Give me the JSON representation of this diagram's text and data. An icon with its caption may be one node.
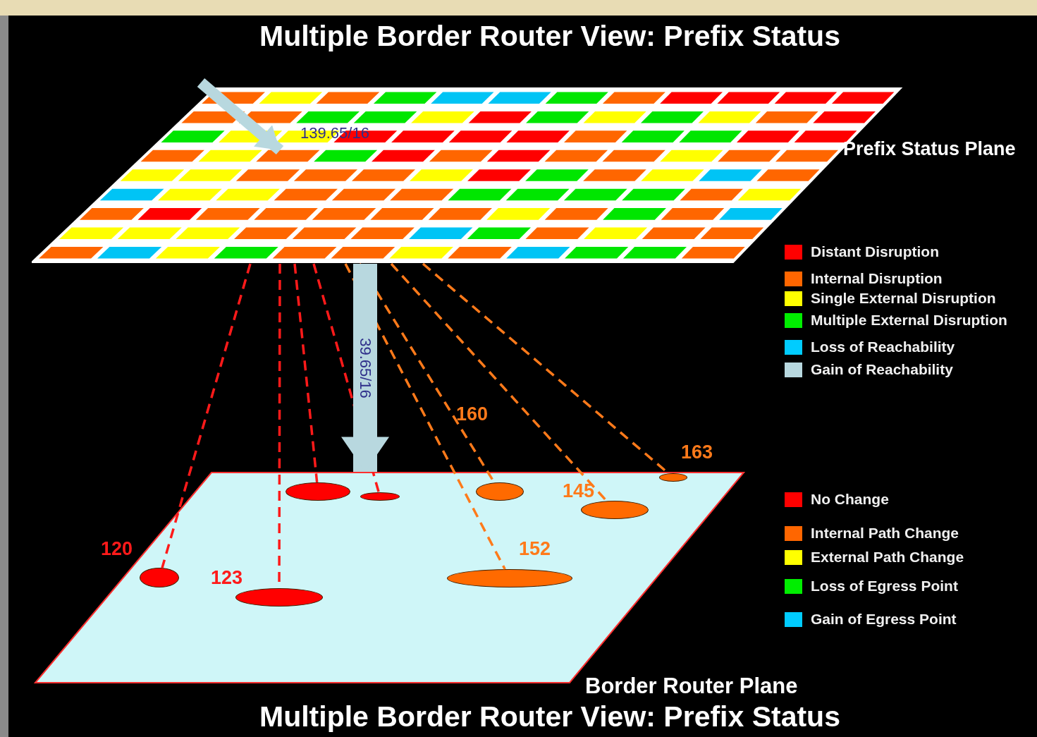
{
  "diagram": {
    "title": "Multiple Border Router View: Prefix Status",
    "nodes": [
      {
        "text": [
          "Prefix Status Plane"
        ]
      },
      {
        "text": [
          "Border Router Plane"
        ]
      },
      {
        "text": [],
        "shape": "ellipse",
        "in": 1
      },
      {
        "text": [],
        "shape": "ellipse",
        "in": 1
      },
      {
        "text": [],
        "shape": "ellipse",
        "in": 1,
        "beside": [
          "160"
        ]
      },
      {
        "text": [],
        "shape": "ellipse",
        "in": 1,
        "beside": [
          "163"
        ]
      },
      {
        "text": [],
        "shape": "ellipse",
        "in": 1,
        "beside": [
          "145"
        ]
      },
      {
        "text": [],
        "shape": "ellipse",
        "in": 1,
        "beside": [
          "120"
        ]
      },
      {
        "text": [],
        "shape": "ellipse",
        "in": 1,
        "beside": [
          "152"
        ]
      },
      {
        "text": [],
        "shape": "ellipse",
        "in": 1,
        "beside": [
          "123"
        ]
      }
    ],
    "edges": [
      {
        "from": 0,
        "to": 7,
        "arrow": "none",
        "style": "dashed",
        "color": "#ff1a1a"
      },
      {
        "from": 0,
        "to": 9,
        "arrow": "none",
        "style": "dashed",
        "color": "#ff1a1a"
      },
      {
        "from": 0,
        "to": 2,
        "arrow": "none",
        "style": "dashed",
        "color": "#ff1a1a"
      },
      {
        "from": 0,
        "to": 3,
        "arrow": "none",
        "style": "dashed",
        "color": "#ff1a1a"
      },
      {
        "from": 0,
        "to": 8,
        "arrow": "none",
        "style": "dashed",
        "color": "#ff7a1a"
      },
      {
        "from": 0,
        "to": 4,
        "arrow": "none",
        "style": "dashed",
        "color": "#ff7a1a"
      },
      {
        "from": 0,
        "to": 6,
        "arrow": "none",
        "style": "dashed",
        "color": "#ff7a1a"
      },
      {
        "from": 0,
        "to": 5,
        "arrow": "none",
        "style": "dashed",
        "color": "#ff7a1a"
      },
      {
        "from": null,
        "to": 0,
        "arrow": "to",
        "style": "thick",
        "color": "#b8d8df",
        "label": "139.65/16"
      },
      {
        "from": 0,
        "to": 1,
        "arrow": "to",
        "style": "thick",
        "color": "#b8d8df",
        "label": "39.65/16"
      }
    ],
    "labels": [
      "Multiple Border Router View: Prefix Status"
    ],
    "legend": [
      {
        "text": "Distant Disruption",
        "color": "#ff0000"
      },
      {
        "text": "Internal Disruption",
        "color": "#ff6600"
      },
      {
        "text": "Single External Disruption",
        "color": "#ffff00"
      },
      {
        "text": "Multiple External Disruption",
        "color": "#00ee00"
      },
      {
        "text": "Loss of Reachability",
        "color": "#00ccff"
      },
      {
        "text": "Gain of Reachability",
        "color": "#b8d8df"
      },
      {
        "text": "No Change",
        "color": "#ff0000"
      },
      {
        "text": "Internal Path Change",
        "color": "#ff6600"
      },
      {
        "text": "External Path Change",
        "color": "#ffff00"
      },
      {
        "text": "Loss of Egress Point",
        "color": "#00ee00"
      },
      {
        "text": "Gain of Egress Point",
        "color": "#00ccff"
      }
    ]
  }
}
